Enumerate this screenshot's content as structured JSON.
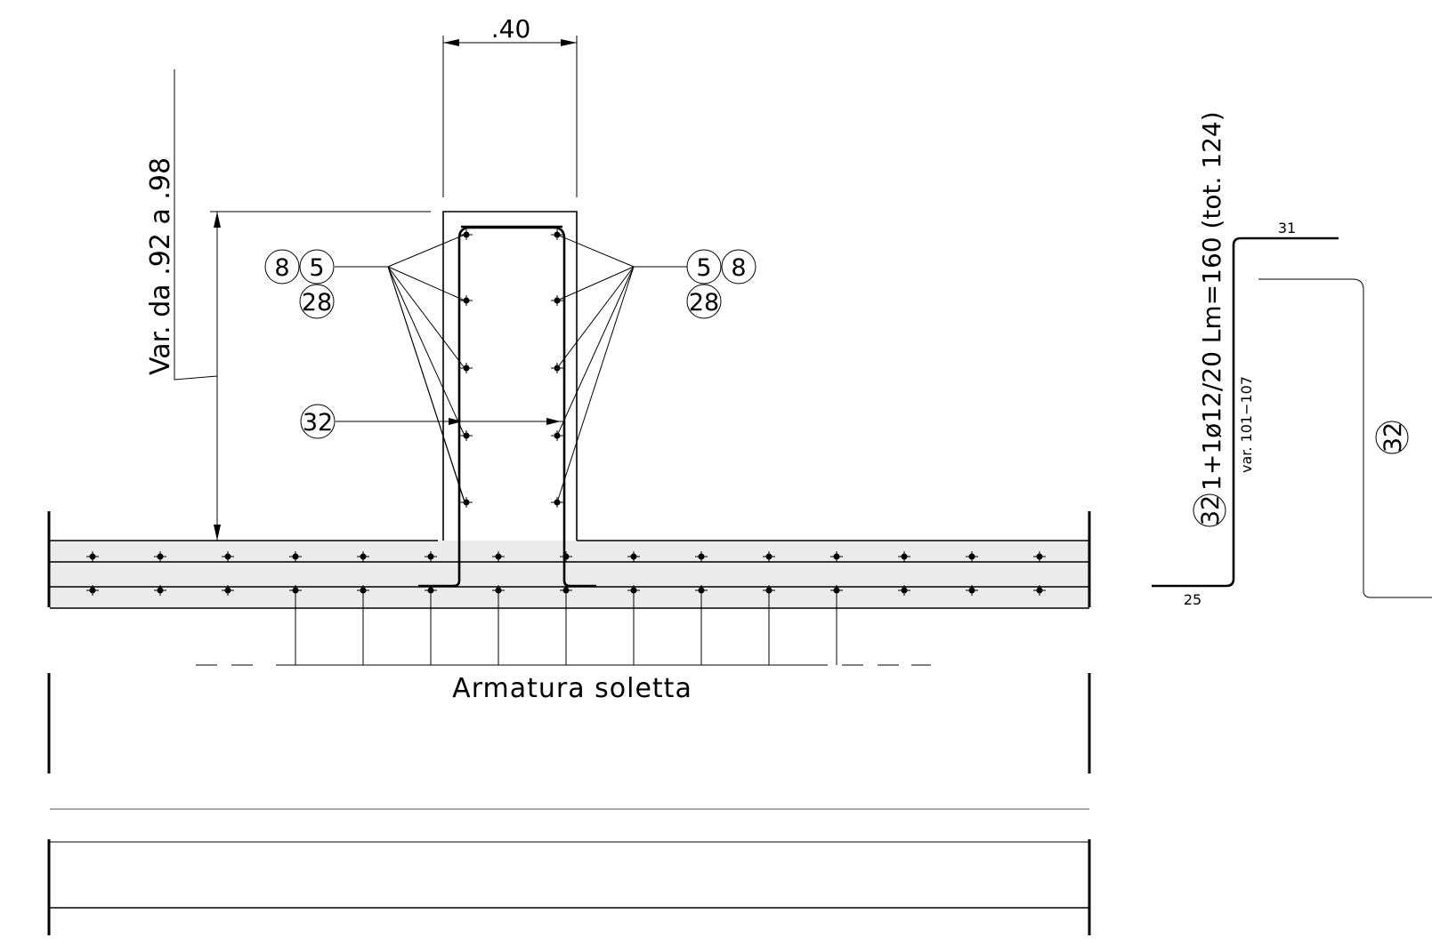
{
  "drawing": {
    "dim_width": ".40",
    "dim_height_var": "Var. da .92 a .98",
    "slab_label": "Armatura soletta",
    "callouts_left": {
      "top_a": "8",
      "top_b": "5",
      "bottom": "28"
    },
    "callouts_right": {
      "top_a": "5",
      "top_b": "8",
      "bottom": "28"
    },
    "callout_stirrup": "32",
    "detail_marker": "32"
  },
  "bar_schedule": {
    "mark": "32",
    "spec": "1+1ø12/20 Lm=160 (tot. 124)",
    "var_range": "var. 101−107",
    "seg_top": "31",
    "seg_bottom": "25"
  },
  "colors": {
    "line": "#000000",
    "slab_fill": "#ebebeb",
    "background": "#ffffff"
  }
}
